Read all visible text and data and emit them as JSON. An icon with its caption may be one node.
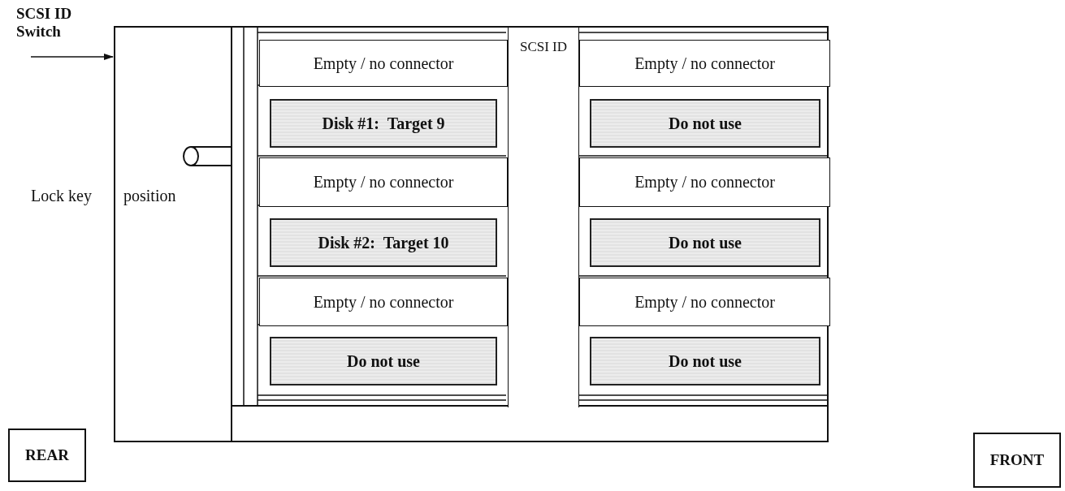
{
  "diagram": {
    "nodes": [
      {
        "text": [
          "SCSI ID Switch"
        ]
      },
      {
        "text": [],
        "shape": "box"
      },
      {
        "text": [
          "SCSI ID"
        ],
        "in": 1
      },
      {
        "text": [
          "Empty / no connector"
        ],
        "in": 1
      },
      {
        "text": [
          "Empty / no connector"
        ],
        "in": 1
      },
      {
        "text": [
          "Disk #1:  Target 9"
        ],
        "in": 1
      },
      {
        "text": [
          "Do not use"
        ],
        "in": 1
      },
      {
        "text": [
          "Empty / no connector"
        ],
        "in": 1
      },
      {
        "text": [
          "Empty / no connector"
        ],
        "in": 1
      },
      {
        "text": [
          "Disk #2:  Target 10"
        ],
        "in": 1
      },
      {
        "text": [
          "Do not use"
        ],
        "in": 1
      },
      {
        "text": [
          "Empty / no connector"
        ],
        "in": 1
      },
      {
        "text": [
          "Empty / no connector"
        ],
        "in": 1
      },
      {
        "text": [
          "Do not use"
        ],
        "in": 1
      },
      {
        "text": [
          "Do not use"
        ],
        "in": 1
      },
      {
        "text": [
          "REAR"
        ]
      },
      {
        "text": [
          "FRONT"
        ]
      }
    ],
    "edges": [
      {
        "from": 0,
        "to": 1,
        "arrow": "to"
      }
    ],
    "labels": [
      "Lock key",
      "position"
    ]
  }
}
